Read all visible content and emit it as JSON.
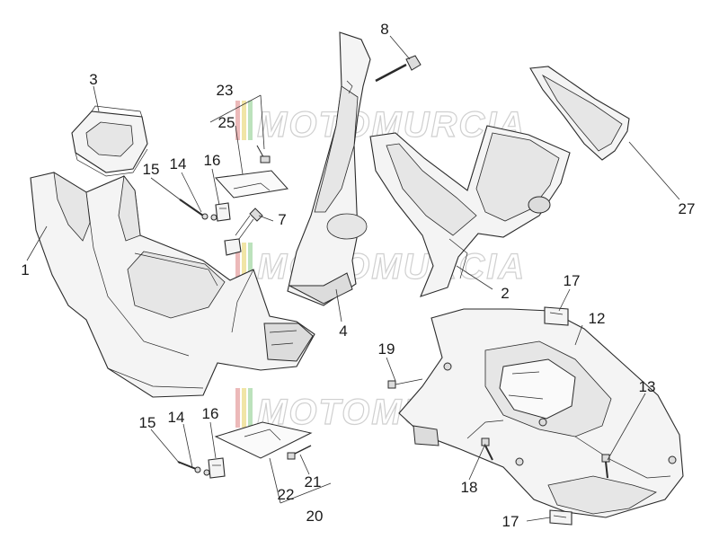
{
  "watermark": {
    "text": "MOTOMURCIA"
  },
  "callouts": {
    "c1": "1",
    "c2": "2",
    "c3": "3",
    "c4": "4",
    "c7": "7",
    "c8": "8",
    "c12": "12",
    "c13": "13",
    "c14a": "14",
    "c14b": "14",
    "c15a": "15",
    "c15b": "15",
    "c16a": "16",
    "c16b": "16",
    "c17a": "17",
    "c17b": "17",
    "c18": "18",
    "c19": "19",
    "c20": "20",
    "c21": "21",
    "c22": "22",
    "c23": "23",
    "c25": "25",
    "c27": "27"
  },
  "colors": {
    "line": "#2a2a2a",
    "fill": "#f4f4f4",
    "watermark": "#c8c8c8"
  }
}
